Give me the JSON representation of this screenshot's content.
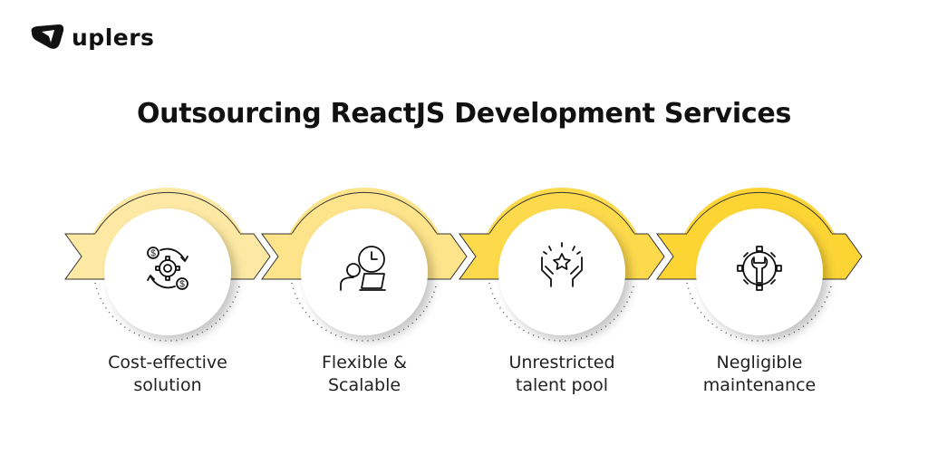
{
  "brand": {
    "name": "uplers"
  },
  "title": "Outsourcing ReactJS Development Services",
  "steps": [
    {
      "line1": "Cost-effective",
      "line2": "solution",
      "icon": "cost-gear-dollar-icon",
      "color": "#fde9a3"
    },
    {
      "line1": "Flexible &",
      "line2": "Scalable",
      "icon": "person-clock-laptop-icon",
      "color": "#fde38a"
    },
    {
      "line1": "Unrestricted",
      "line2": "talent pool",
      "icon": "hands-star-icon",
      "color": "#fdd94c"
    },
    {
      "line1": "Negligible",
      "line2": "maintenance",
      "icon": "gear-wrench-icon",
      "color": "#fcd535"
    }
  ]
}
